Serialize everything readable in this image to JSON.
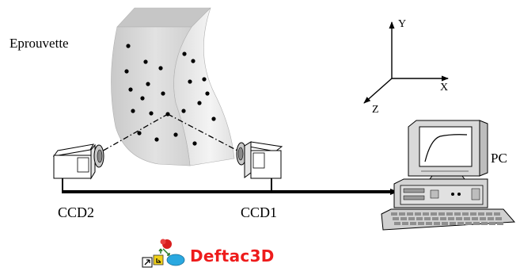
{
  "labels": {
    "specimen": "Eprouvette",
    "camera_left": "CCD2",
    "camera_right": "CCD1",
    "computer": "PC",
    "axis_y": "Y",
    "axis_x": "X",
    "axis_z": "Z"
  },
  "software": {
    "name": "Deftac3D",
    "color": "#ee1c1c"
  },
  "specimen_colors": {
    "front_face": "#dedede",
    "side_face": "#ececec",
    "top_face": "#c6c6c6",
    "markers": "#000000"
  },
  "icons": [
    "ccd-camera-icon",
    "pc-computer-icon",
    "deftac3d-logo-icon"
  ]
}
